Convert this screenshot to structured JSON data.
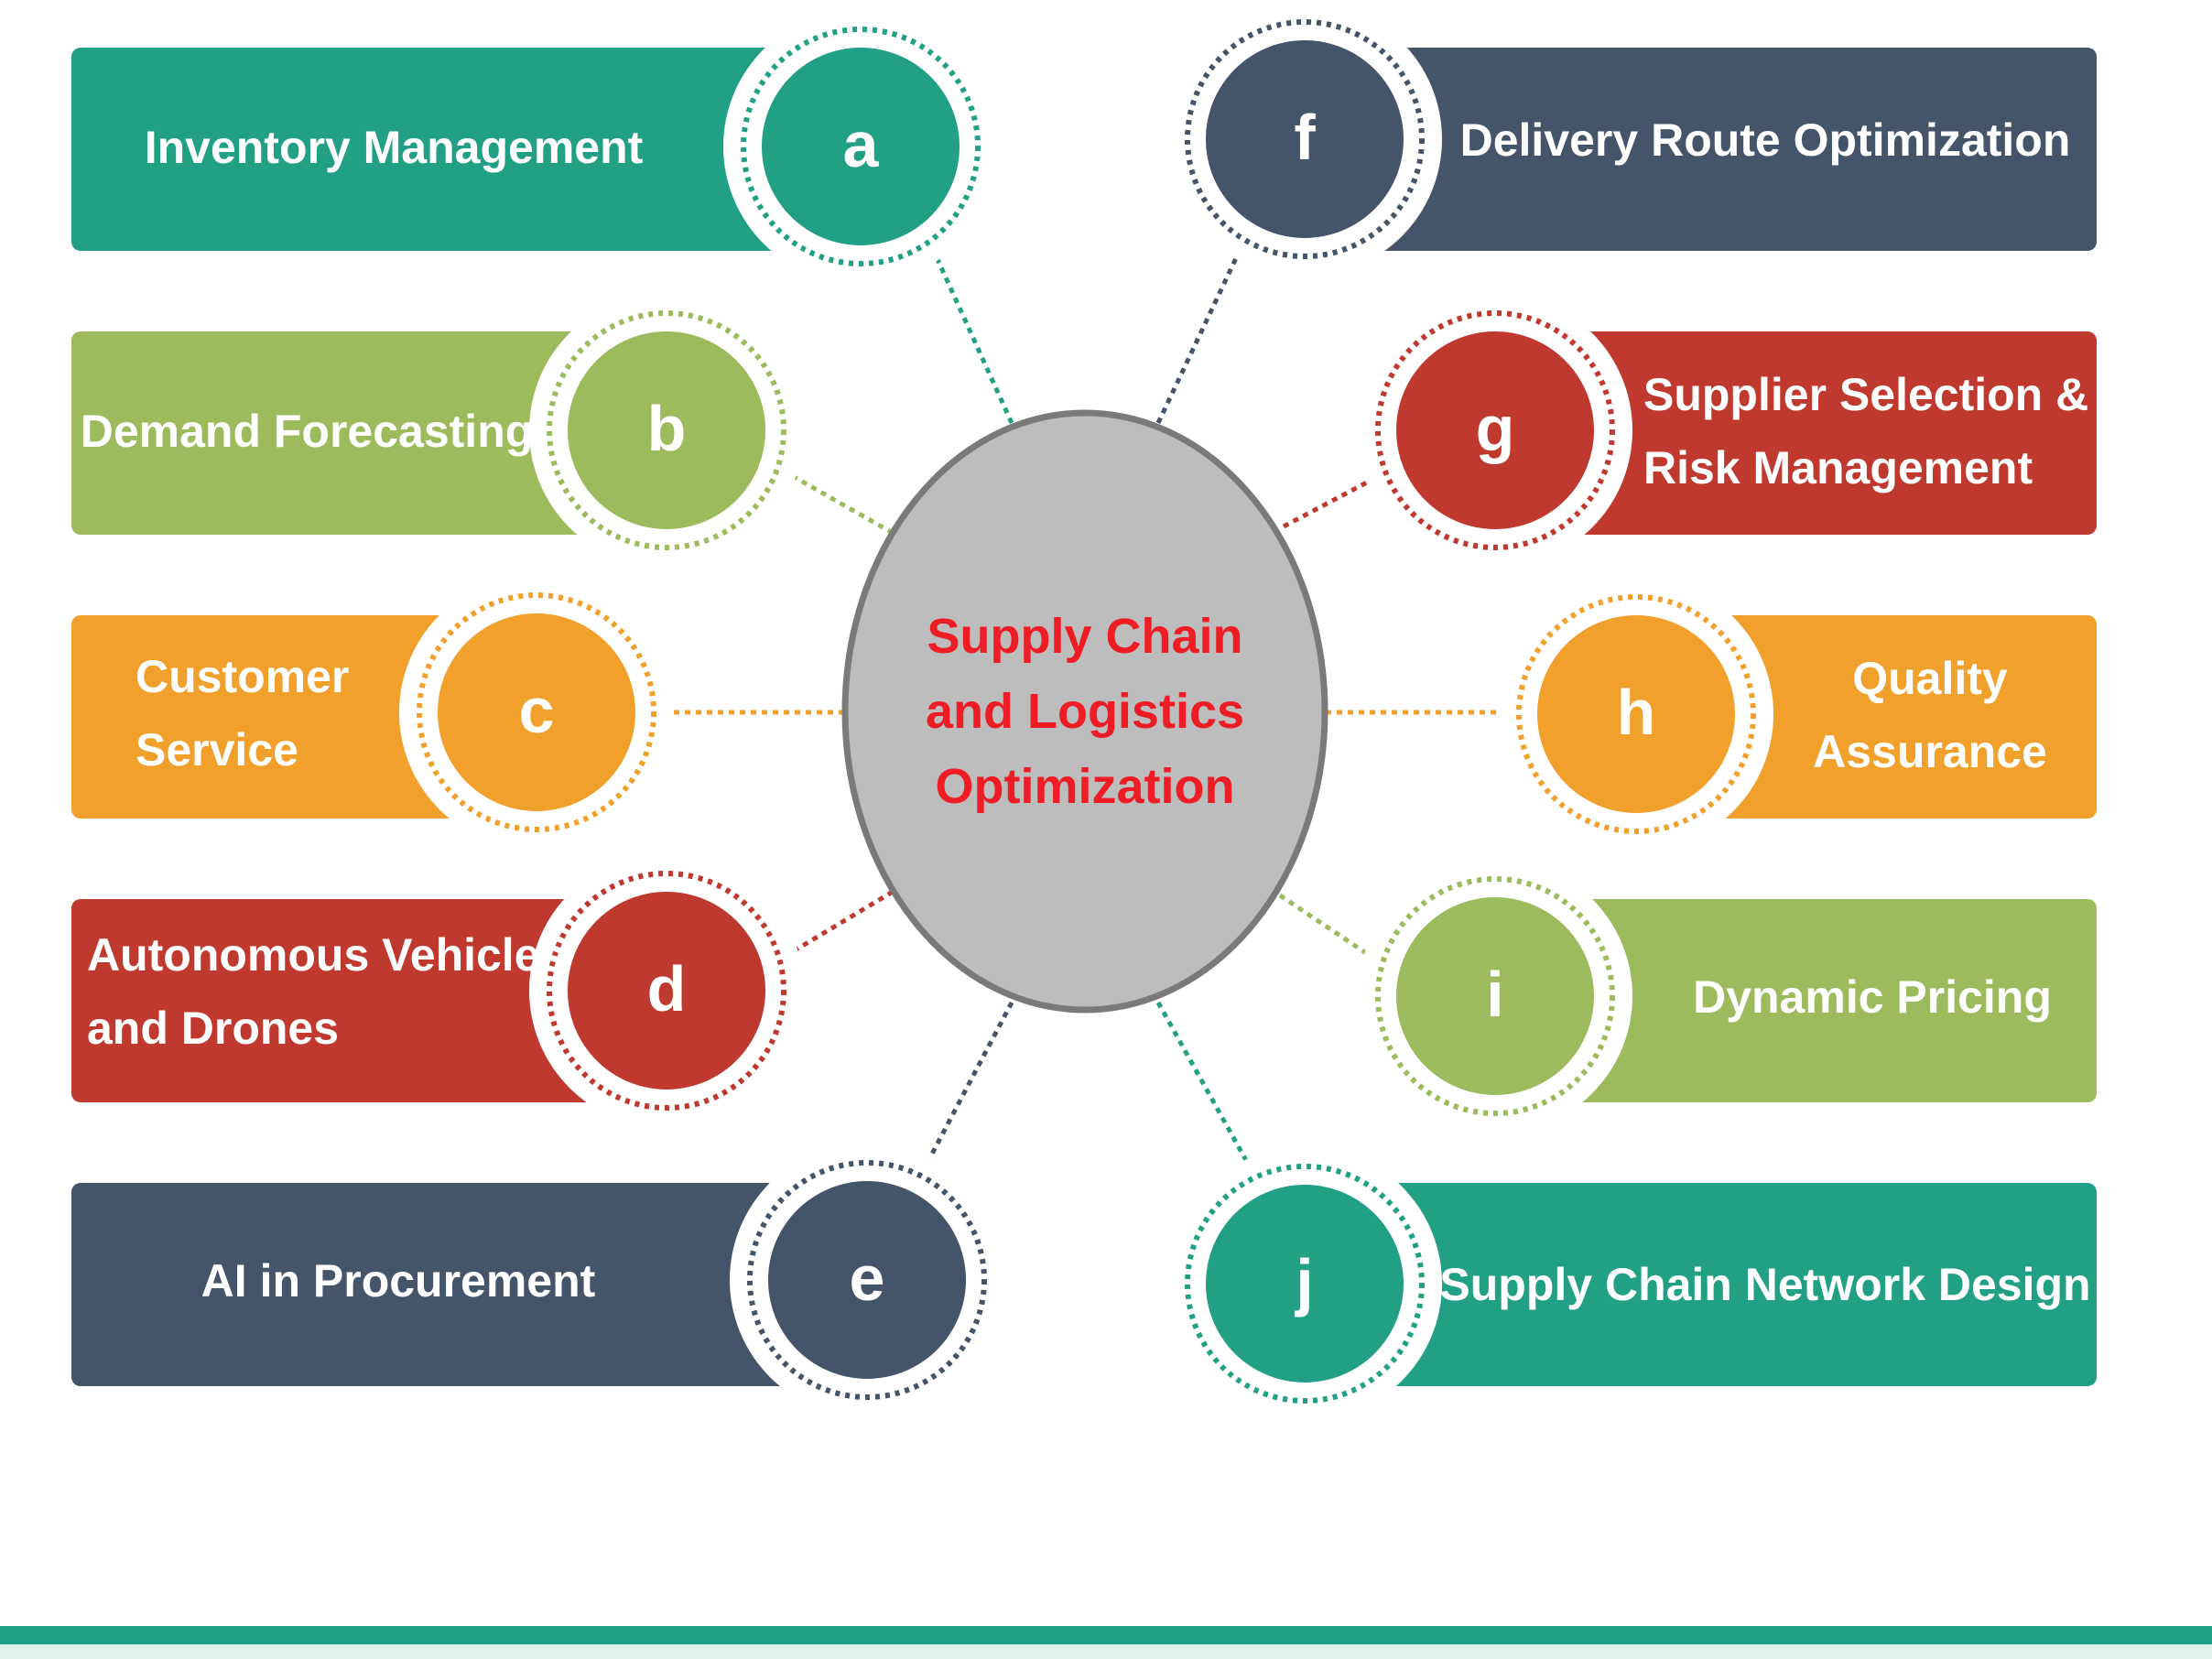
{
  "center": {
    "lines": [
      "Supply Chain",
      "and Logistics",
      "Optimization"
    ],
    "text_color": "#ee1c24",
    "fill": "#bdbdbd",
    "stroke": "#7a7a7a"
  },
  "items": [
    {
      "letter": "a",
      "lines": [
        "Inventory Management"
      ],
      "color": "#21a086"
    },
    {
      "letter": "b",
      "lines": [
        "Demand Forecasting"
      ],
      "color": "#9bbb5c"
    },
    {
      "letter": "c",
      "lines": [
        "Customer",
        "Service"
      ],
      "color": "#f2a02c"
    },
    {
      "letter": "d",
      "lines": [
        "Autonomous Vehicles",
        "and Drones"
      ],
      "color": "#c0392f"
    },
    {
      "letter": "e",
      "lines": [
        "AI in Procurement"
      ],
      "color": "#445469"
    },
    {
      "letter": "f",
      "lines": [
        "Delivery Route Optimization"
      ],
      "color": "#445469"
    },
    {
      "letter": "g",
      "lines": [
        "Supplier Selection &",
        "Risk Management"
      ],
      "color": "#c0392f"
    },
    {
      "letter": "h",
      "lines": [
        "Quality",
        "Assurance"
      ],
      "color": "#f2a02c"
    },
    {
      "letter": "i",
      "lines": [
        "Dynamic Pricing"
      ],
      "color": "#9bbb5c"
    },
    {
      "letter": "j",
      "lines": [
        "Supply Chain Network Design"
      ],
      "color": "#21a086"
    }
  ],
  "footer_bar_color": "#1f9f86"
}
